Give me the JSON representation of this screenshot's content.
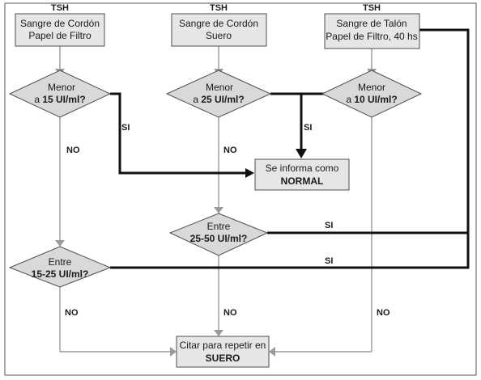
{
  "header_label": "TSH",
  "boxes": {
    "cordon_papel": {
      "line1": "Sangre de Cordón",
      "line2": "Papel de Filtro"
    },
    "cordon_suero": {
      "line1": "Sangre de Cordón",
      "line2": "Suero"
    },
    "talon_papel": {
      "line1": "Sangre de Talón",
      "line2": "Papel de Filtro, 40 hs"
    },
    "normal": {
      "line1": "Se informa como",
      "line2": "NORMAL"
    },
    "repetir": {
      "line1": "Citar para repetir en",
      "line2": "SUERO"
    }
  },
  "decisions": {
    "d15": {
      "line1": "Menor",
      "prefix": "a ",
      "value": "15 UI/ml?"
    },
    "d25": {
      "line1": "Menor",
      "prefix": "a ",
      "value": "25 UI/ml?"
    },
    "d10": {
      "line1": "Menor",
      "prefix": "a ",
      "value": "10 UI/ml?"
    },
    "e2550": {
      "line1": "Entre",
      "value": "25-50 UI/ml?"
    },
    "e1525": {
      "line1": "Entre",
      "value": "15-25 UI/ml?"
    }
  },
  "edge_labels": {
    "yes": "SI",
    "no": "NO"
  }
}
